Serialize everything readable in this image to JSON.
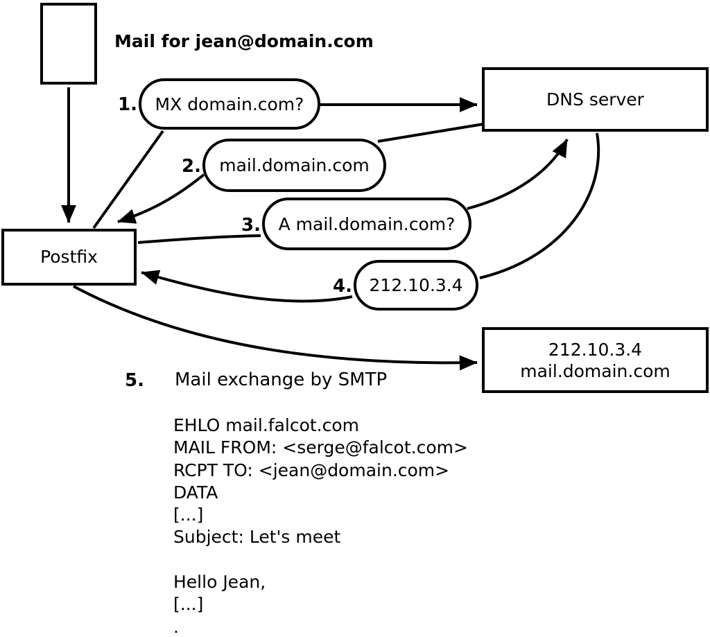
{
  "title": "Mail for jean@domain.com",
  "colors": {
    "stroke": "#000000",
    "background": "#ffffff"
  },
  "nodes": {
    "postfix": {
      "label": "Postfix"
    },
    "dns": {
      "label": "DNS server"
    },
    "mailserver": {
      "line1": "212.10.3.4",
      "line2": "mail.domain.com"
    }
  },
  "steps": [
    {
      "num": "1.",
      "label": "MX domain.com?"
    },
    {
      "num": "2.",
      "label": "mail.domain.com"
    },
    {
      "num": "3.",
      "label": "A mail.domain.com?"
    },
    {
      "num": "4.",
      "label": "212.10.3.4"
    },
    {
      "num": "5.",
      "label": "Mail exchange by SMTP"
    }
  ],
  "smtp": {
    "lines": [
      "EHLO mail.falcot.com",
      "MAIL FROM: <serge@falcot.com>",
      "RCPT TO: <jean@domain.com>",
      "DATA",
      "[...]",
      "Subject: Let's meet",
      "",
      "Hello Jean,",
      "[...]",
      "."
    ]
  }
}
